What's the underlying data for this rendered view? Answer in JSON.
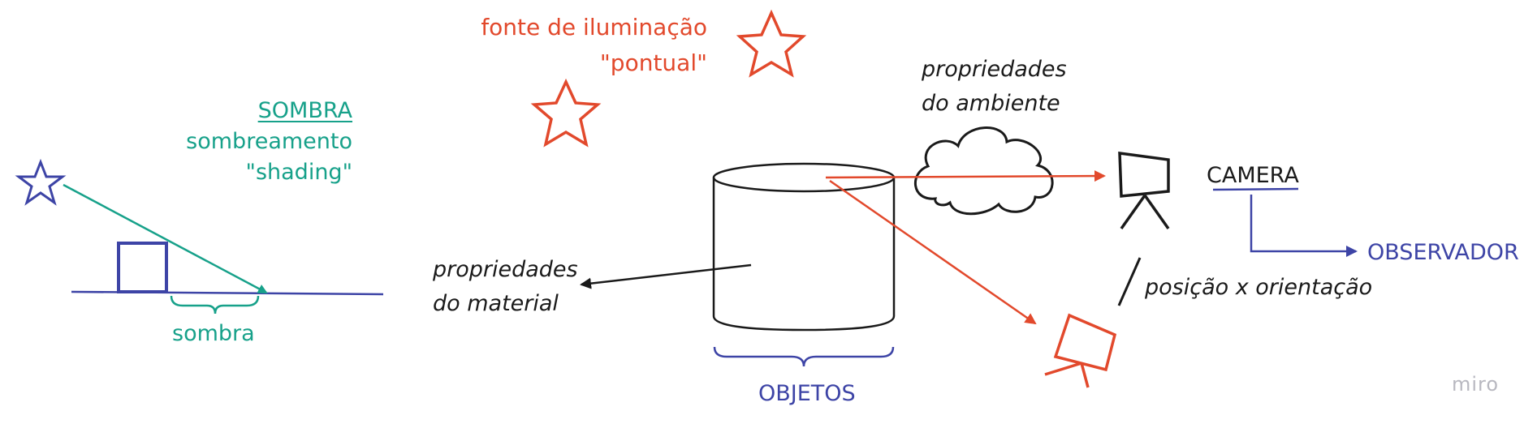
{
  "shading": {
    "title": "SOMBRA",
    "line1": "sombreamento",
    "line2": "\"shading\"",
    "shadow_label": "sombra"
  },
  "light": {
    "line1": "fonte de iluminação",
    "line2": "\"pontual\""
  },
  "environment": {
    "line1": "propriedades",
    "line2": "do ambiente"
  },
  "material": {
    "line1": "propriedades",
    "line2": "do material"
  },
  "objects_label": "OBJETOS",
  "camera_label": "CAMERA",
  "observer_label": "OBSERVADOR",
  "pose_label": "posição x orientação",
  "watermark": "miro",
  "colors": {
    "teal": "#17a18a",
    "red": "#e2492c",
    "blue": "#3d44a6",
    "black": "#1a1a1a"
  }
}
